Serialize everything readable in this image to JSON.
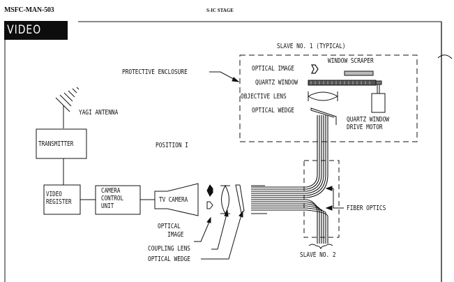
{
  "header": {
    "doc_number": "MSFC-MAN-503",
    "section": "S-IC STAGE"
  },
  "title": "VIDEO SYSTEM",
  "labels": {
    "slave_1": "SLAVE NO. 1 (TYPICAL)",
    "protective_enclosure": "PROTECTIVE ENCLOSURE",
    "optical_image_top": "OPTICAL IMAGE",
    "window_scraper": "WINDOW SCRAPER",
    "quartz_window": "QUARTZ WINDOW",
    "objective_lens": "OBJECTIVE LENS",
    "optical_wedge_top": "OPTICAL WEDGE",
    "quartz_window_drive_motor_1": "QUARTZ WINDOW",
    "quartz_window_drive_motor_2": "DRIVE MOTOR",
    "yagi_antenna": "YAGI ANTENNA",
    "position": "POSITION I",
    "fiber_optics": "FIBER OPTICS",
    "slave_2": "SLAVE NO. 2",
    "optical_image_bottom_1": "OPTICAL",
    "optical_image_bottom_2": "IMAGE",
    "coupling_lens": "COUPLING LENS",
    "optical_wedge_bottom": "OPTICAL WEDGE"
  },
  "blocks": {
    "transmitter": "TRANSMITTER",
    "video_register_1": "VIDEO",
    "video_register_2": "REGISTER",
    "camera_control_1": "CAMERA",
    "camera_control_2": "CONTROL",
    "camera_control_3": "UNIT",
    "tv_camera": "TV CAMERA"
  }
}
